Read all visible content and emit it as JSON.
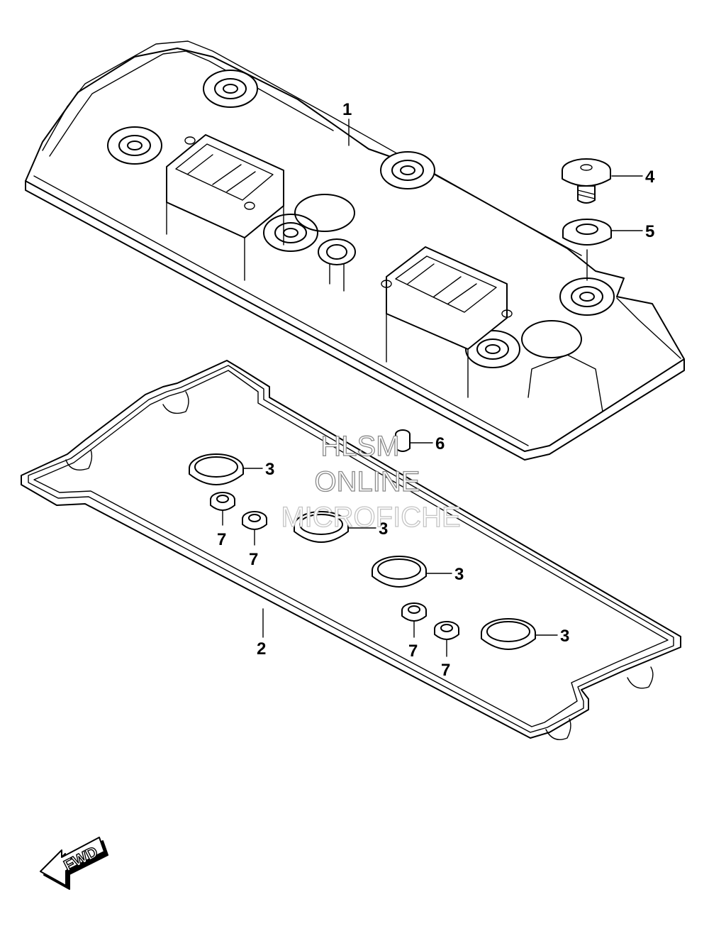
{
  "callouts": [
    {
      "id": "cover",
      "label": "1"
    },
    {
      "id": "gasket",
      "label": "2"
    },
    {
      "id": "ring_a",
      "label": "3"
    },
    {
      "id": "ring_b",
      "label": "3"
    },
    {
      "id": "ring_c",
      "label": "3"
    },
    {
      "id": "ring_d",
      "label": "3"
    },
    {
      "id": "bolt",
      "label": "4"
    },
    {
      "id": "washer",
      "label": "5"
    },
    {
      "id": "pin",
      "label": "6"
    },
    {
      "id": "seal_a",
      "label": "7"
    },
    {
      "id": "seal_b",
      "label": "7"
    },
    {
      "id": "seal_c",
      "label": "7"
    },
    {
      "id": "seal_d",
      "label": "7"
    }
  ],
  "watermark": {
    "line1": "HLSM",
    "line2": "ONLINE",
    "line3": "MICROFICHE"
  },
  "direction_indicator": {
    "text": "FWD"
  }
}
